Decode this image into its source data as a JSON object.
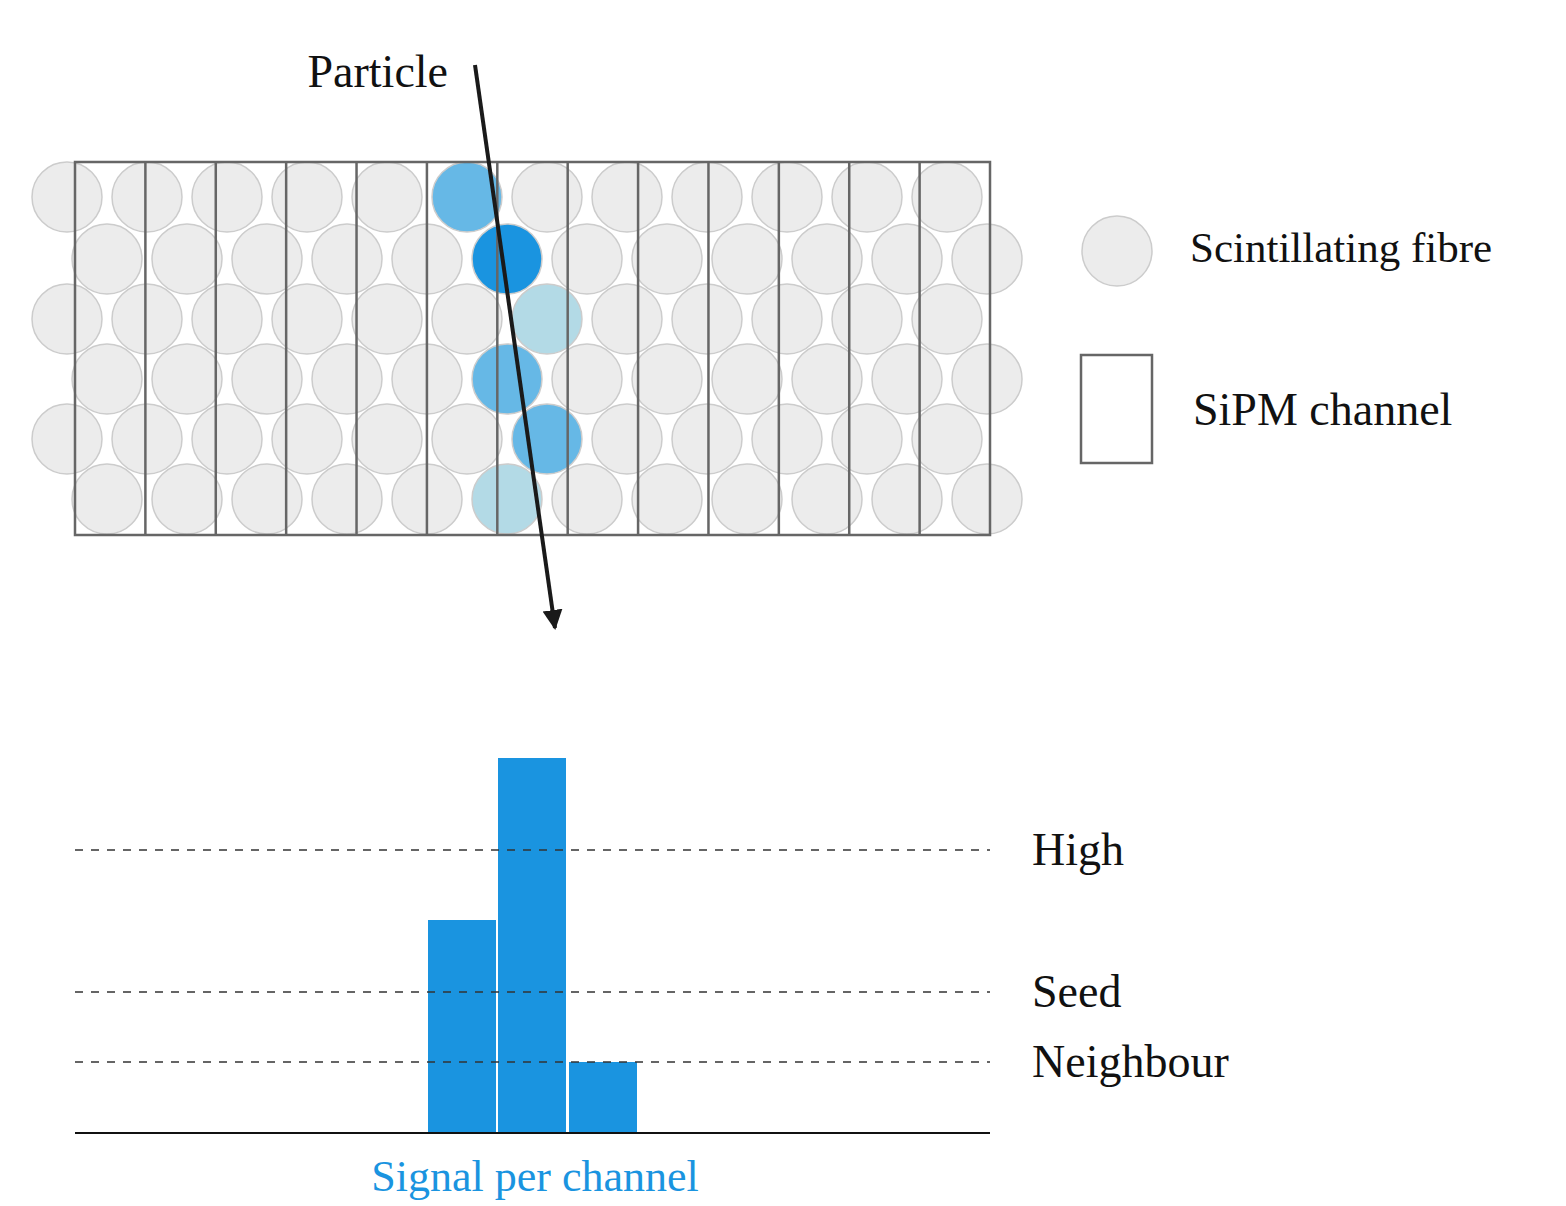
{
  "diagram": {
    "labels": [
      "Particle",
      "High",
      "Seed",
      "Neighbour",
      "Signal per channel"
    ],
    "legend": [
      {
        "text": "Scintillating fibre"
      },
      {
        "text": "SiPM channel"
      }
    ]
  }
}
